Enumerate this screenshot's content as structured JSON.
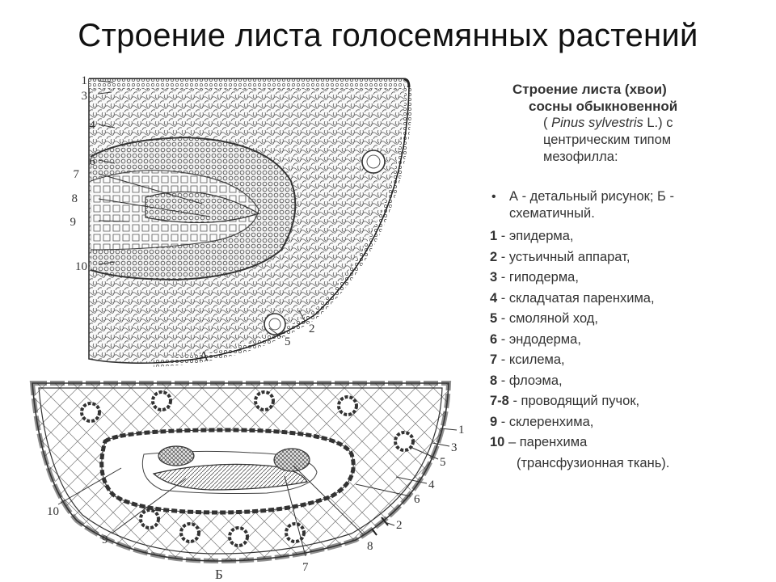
{
  "slide": {
    "title": "Строение листа голосемянных растений"
  },
  "legend": {
    "heading_line1": "Строение листа (хвои)",
    "heading_line2": "сосны обыкновенной",
    "sub_line1_open": "( ",
    "sub_line1_italic": "Pinus sylvestris",
    "sub_line1_close": " L.) с",
    "sub_line2": "центрическим типом",
    "sub_line3": "мезофилла:",
    "bullet_symbol": "•",
    "bullet_line1": "А - детальный рисунок; Б -",
    "bullet_line2": "схематичный.",
    "items": [
      {
        "num": "1",
        "text": " - эпидерма,"
      },
      {
        "num": "2",
        "text": " - устьичный аппарат,"
      },
      {
        "num": "3",
        "text": " - гиподерма,"
      },
      {
        "num": "4",
        "text": " - складчатая паренхима,"
      },
      {
        "num": "5",
        "text": " - смоляной ход,"
      },
      {
        "num": "6",
        "text": " - эндодерма,"
      },
      {
        "num": "7",
        "text": " - ксилема,"
      },
      {
        "num": "8",
        "text": " - флоэма,"
      },
      {
        "num": "7-8",
        "text": " - проводящий пучок,"
      },
      {
        "num": "9",
        "text": " - склеренхима,"
      },
      {
        "num": "10",
        "text": " – паренхима"
      }
    ],
    "item10_cont": "(трансфузионная ткань)."
  },
  "figure_a": {
    "caption": "А",
    "labels": [
      "1",
      "3",
      "4",
      "6",
      "7",
      "8",
      "9",
      "10",
      "5",
      "2"
    ]
  },
  "figure_b": {
    "caption": "Б",
    "labels": [
      "1",
      "3",
      "5",
      "4",
      "6",
      "2",
      "8",
      "7",
      "9",
      "10"
    ]
  },
  "colors": {
    "ink": "#333333",
    "text": "#111111"
  }
}
